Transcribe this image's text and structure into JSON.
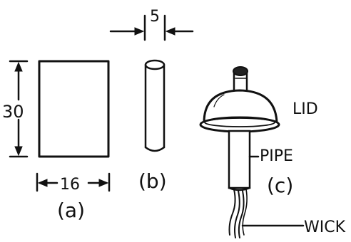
{
  "figure": {
    "part_a": {
      "height_dim": "30",
      "width_dim": "16",
      "caption": "(a)"
    },
    "part_b": {
      "diameter_dim": "5",
      "caption": "(b)"
    },
    "part_c": {
      "lid_label": "LID",
      "pipe_label": "PIPE",
      "wick_label": "WICK",
      "caption": "(c)"
    }
  }
}
